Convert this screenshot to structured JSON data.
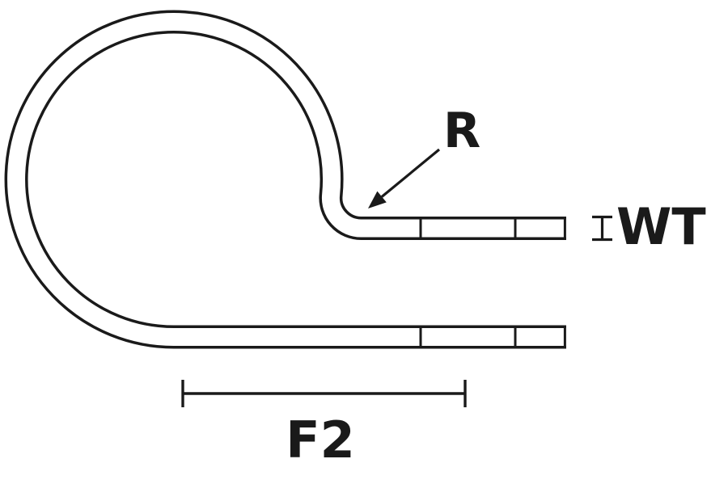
{
  "diagram": {
    "labels": {
      "radius": "R",
      "wall_thickness": "WT",
      "length": "F2"
    },
    "colors": {
      "line": "#1a1a1a",
      "background": "#ffffff"
    }
  }
}
